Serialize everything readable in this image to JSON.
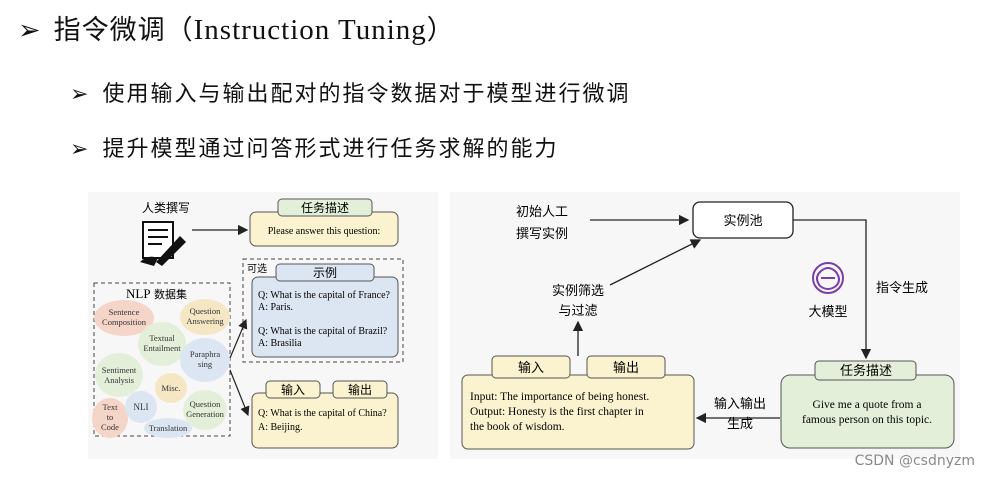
{
  "title": {
    "cn": "指令微调（",
    "en": "Instruction Tuning",
    "close": "）"
  },
  "bullets": [
    "使用输入与输出配对的指令数据对于模型进行微调",
    "提升模型通过问答形式进行任务求解的能力"
  ],
  "left": {
    "human_writing": "人类撰写",
    "task_desc_tab": "任务描述",
    "task_desc_text": "Please answer this question:",
    "optional": "可选",
    "examples_tab": "示例",
    "examples": [
      {
        "q": "Q: What is the capital of France?",
        "a": "A: Paris."
      },
      {
        "q": "Q: What is the capital of Brazil?",
        "a": "A: Brasilia"
      }
    ],
    "io_input_tab": "输入",
    "io_output_tab": "输出",
    "io_q": "Q: What is the capital of China?",
    "io_a": "A: Beijing.",
    "nlp_title": "NLP",
    "nlp_dataset": "数据集",
    "tasks": {
      "sentence_composition": [
        "Sentence",
        "Composition"
      ],
      "question_answering": [
        "Question",
        "Answering"
      ],
      "textual_entailment": [
        "Textual",
        "Entailment"
      ],
      "paraphrasing": [
        "Paraphra",
        "sing"
      ],
      "sentiment_analysis": [
        "Sentiment",
        "Analysis"
      ],
      "misc": [
        "Misc."
      ],
      "question_generation": [
        "Question",
        "Generation"
      ],
      "text_to_code": [
        "Text",
        "to",
        "Code"
      ],
      "nli": [
        "NLI"
      ],
      "translation": [
        "Translation"
      ]
    }
  },
  "right": {
    "initial_human": [
      "初始人工",
      "撰写实例"
    ],
    "instance_pool": "实例池",
    "filter": [
      "实例筛选",
      "与过滤"
    ],
    "instruction_gen": "指令生成",
    "llm_label": "大模型",
    "input_tab": "输入",
    "output_tab": "输出",
    "io_text": [
      "Input: The importance of being honest.",
      "Output: Honesty is the first chapter in",
      "the book of wisdom."
    ],
    "gen_io": [
      "输入输出",
      "生成"
    ],
    "task_desc_tab": "任务描述",
    "task_desc_text": [
      "Give me a quote from a",
      "famous person on this topic."
    ]
  },
  "watermark": "CSDN @csdnyzm",
  "colors": {
    "yellow": "#fbf3cf",
    "blue": "#dce6f2",
    "green": "#e4efd9",
    "pink": "#f4d5c8",
    "tan": "#f6e7c4"
  }
}
